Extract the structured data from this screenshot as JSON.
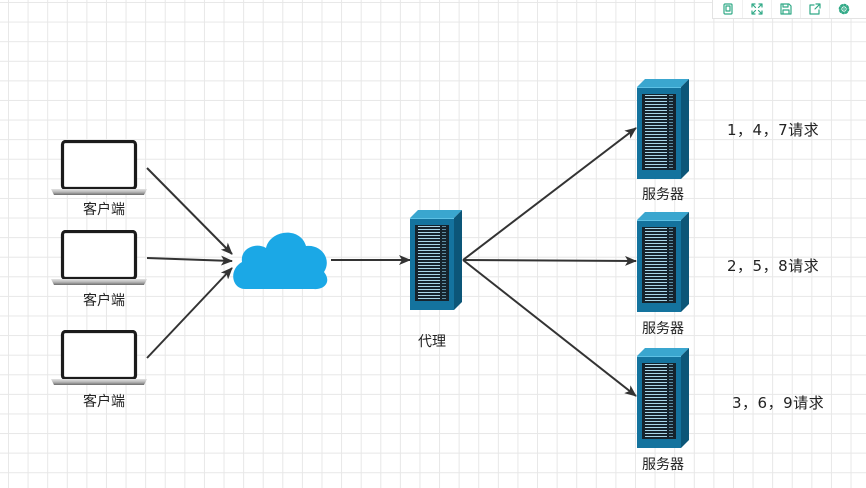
{
  "diagram": {
    "clients": [
      {
        "label": "客户端"
      },
      {
        "label": "客户端"
      },
      {
        "label": "客户端"
      }
    ],
    "proxy": {
      "label": "代理"
    },
    "servers": [
      {
        "label": "服务器",
        "request_note": "1，4，7请求"
      },
      {
        "label": "服务器",
        "request_note": "2，5，8请求"
      },
      {
        "label": "服务器",
        "request_note": "3，6，9请求"
      }
    ]
  },
  "toolbar": {
    "icons": [
      "page-view-icon",
      "fullscreen-icon",
      "save-icon",
      "export-icon",
      "settings-icon"
    ]
  },
  "colors": {
    "cloud": "#1ba8e6",
    "arrow": "#333333",
    "toolbar_icon": "#30a986",
    "grid": "#e7e7e7",
    "server_front": "#14739e",
    "server_top": "#3aa6cf",
    "server_side": "#0c5678"
  }
}
